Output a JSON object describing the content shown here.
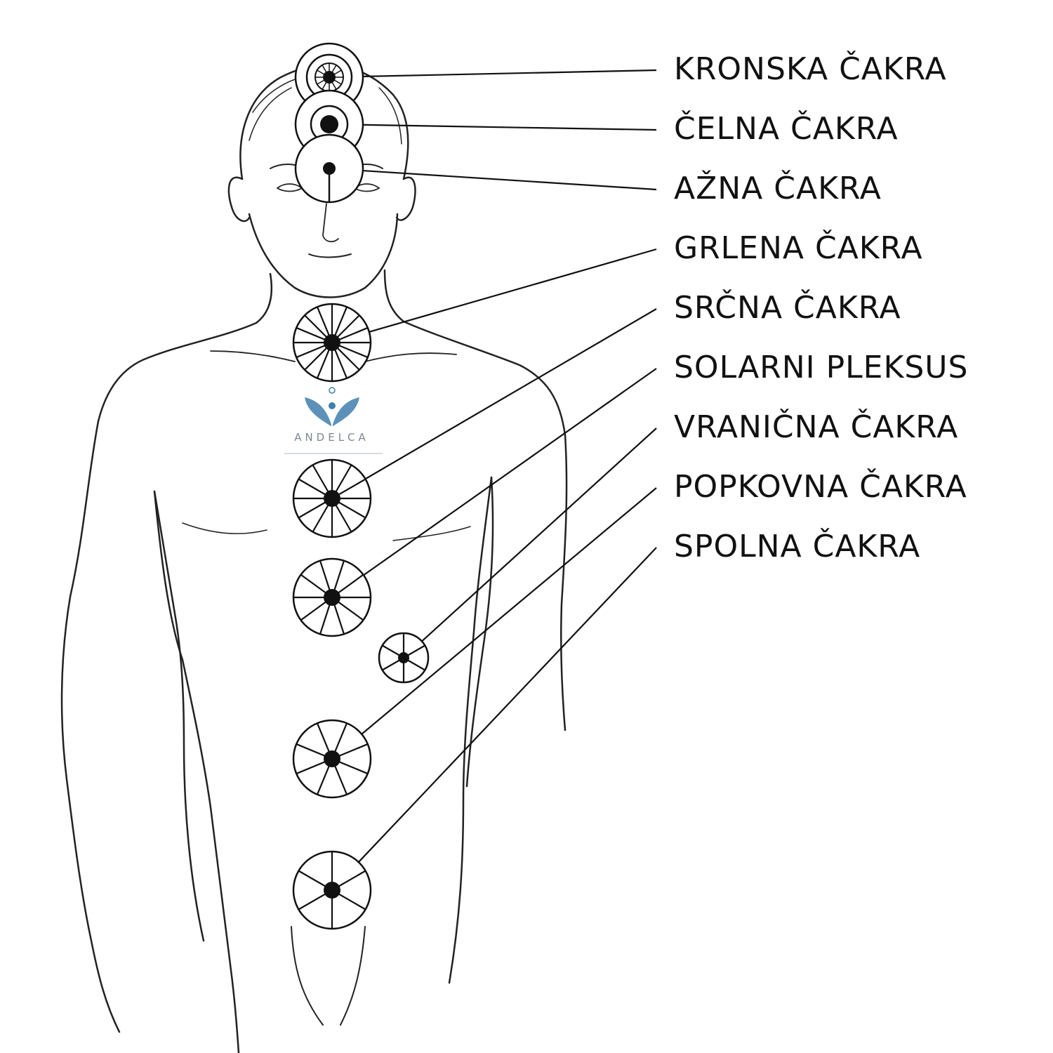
{
  "labels": [
    "KRONSKA ČAKRA",
    "ČELNA ČAKRA",
    "AŽNA ČAKRA",
    "GRLENA ČAKRA",
    "SRČNA ČAKRA",
    "SOLARNI PLEKSUS",
    "VRANIČNA ČAKRA",
    "POPKOVNA ČAKRA",
    "SPOLNA ČAKRA"
  ],
  "logo": {
    "text": "ANDELCA",
    "color": "#3f7fae"
  },
  "colors": {
    "ink": "#111111",
    "background": "#ffffff"
  }
}
